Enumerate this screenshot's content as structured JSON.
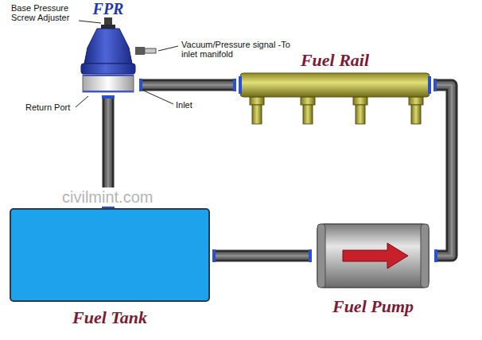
{
  "diagram": {
    "nodes": [
      {
        "text": [
          "FPR"
        ]
      },
      {
        "text": [
          "Fuel Rail"
        ]
      },
      {
        "text": [
          "Fuel Tank"
        ]
      },
      {
        "text": [
          "Fuel Pump"
        ]
      }
    ],
    "edges": [
      {
        "from": 2,
        "to": 3,
        "arrow": "none"
      },
      {
        "from": 3,
        "to": 1,
        "arrow": "none"
      },
      {
        "from": 1,
        "to": 0,
        "arrow": "none"
      },
      {
        "from": 0,
        "to": 2,
        "arrow": "none"
      }
    ],
    "labels": [
      "Base Pressure Screw Adjuster",
      "Vacuum/Pressure signal -To inlet manifold",
      "Return Port",
      "Inlet",
      "civilmint.com"
    ]
  }
}
